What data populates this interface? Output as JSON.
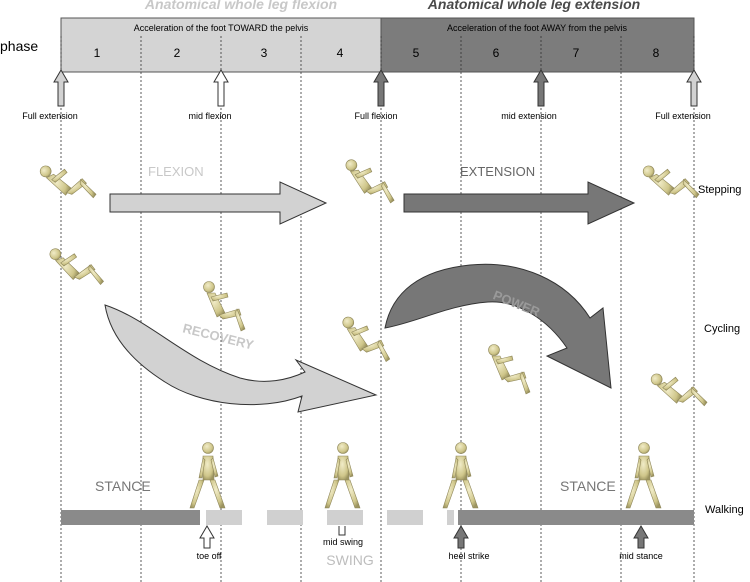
{
  "header": {
    "flexion_title": "Anatomical whole leg flexion",
    "extension_title": "Anatomical whole leg extension",
    "phase_label": "phase",
    "flexion_box_caption": "Acceleration of the foot TOWARD the pelvis",
    "extension_box_caption": "Acceleration of the foot AWAY from the pelvis",
    "phase_numbers": [
      "1",
      "2",
      "3",
      "4",
      "5",
      "6",
      "7",
      "8"
    ]
  },
  "markers": {
    "full_extension_start": "Full extension",
    "mid_flexion": "mid flexion",
    "full_flexion": "Full flexion",
    "mid_extension": "mid extension",
    "full_extension_end": "Full extension"
  },
  "stepping": {
    "flexion_label": "FLEXION",
    "extension_label": "EXTENSION",
    "row_label": "Stepping"
  },
  "cycling": {
    "recovery_label": "RECOVERY",
    "power_label": "POWER",
    "row_label": "Cycling"
  },
  "walking": {
    "stance_left": "STANCE",
    "stance_right": "STANCE",
    "swing_label": "SWING",
    "row_label": "Walking",
    "events": {
      "toe_off": "toe off",
      "mid_swing": "mid swing",
      "heel_strike": "heel strike",
      "mid_stance": "mid stance"
    }
  },
  "colors": {
    "flexion_box": "#d4d4d4",
    "extension_box": "#7c7c7c",
    "light_arrow": "#d2d2d2",
    "dark_arrow": "#777777",
    "stance_bar": "#8a8a8a",
    "swing_bar": "#d0d0d0",
    "figure_skin": "#d8d09a",
    "flexion_title": "#c8c8c8",
    "extension_title": "#4a4a4a"
  }
}
